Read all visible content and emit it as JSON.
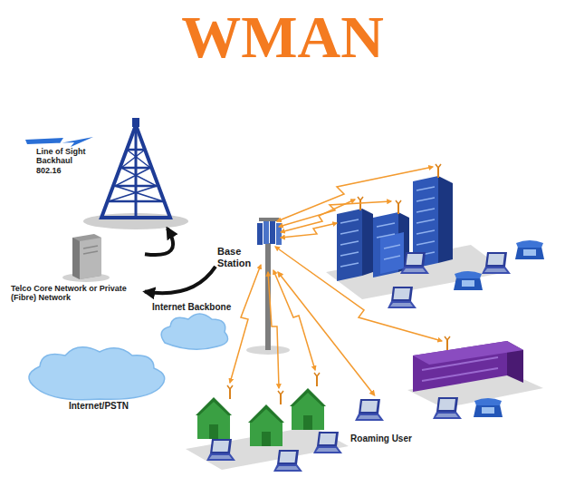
{
  "diagram": {
    "title": "WMAN",
    "nodes": [
      {
        "text": [
          "Line of Sight Backhaul 802.16"
        ]
      },
      {
        "text": [
          "Telco Core Network or Private (Fibre) Network"
        ]
      },
      {
        "text": [
          "Base Station"
        ]
      },
      {
        "text": [
          "Internet/PSTN"
        ]
      },
      {
        "text": [
          "Roaming User"
        ]
      }
    ],
    "edges": [
      {
        "from": 1,
        "to": 0,
        "arrow": "to"
      },
      {
        "from": 2,
        "to": 1,
        "label": "Internet Backbone",
        "arrow": "to"
      },
      {
        "from": 2,
        "to": 4,
        "arrow": "both"
      }
    ]
  }
}
